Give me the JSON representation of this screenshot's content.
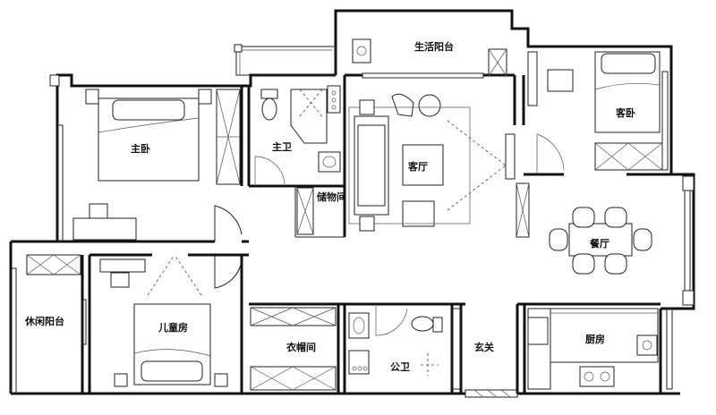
{
  "rooms": {
    "balcony_living": "生活阳台",
    "master_bedroom": "主卧",
    "master_bath": "主卫",
    "storage": "储物间",
    "living_room": "客厅",
    "guest_bedroom": "客卧",
    "dining_room": "餐厅",
    "leisure_balcony": "休闲阳台",
    "kids_room": "儿童房",
    "cloakroom": "衣帽间",
    "public_bath": "公卫",
    "entrance": "玄关",
    "kitchen": "厨房"
  }
}
